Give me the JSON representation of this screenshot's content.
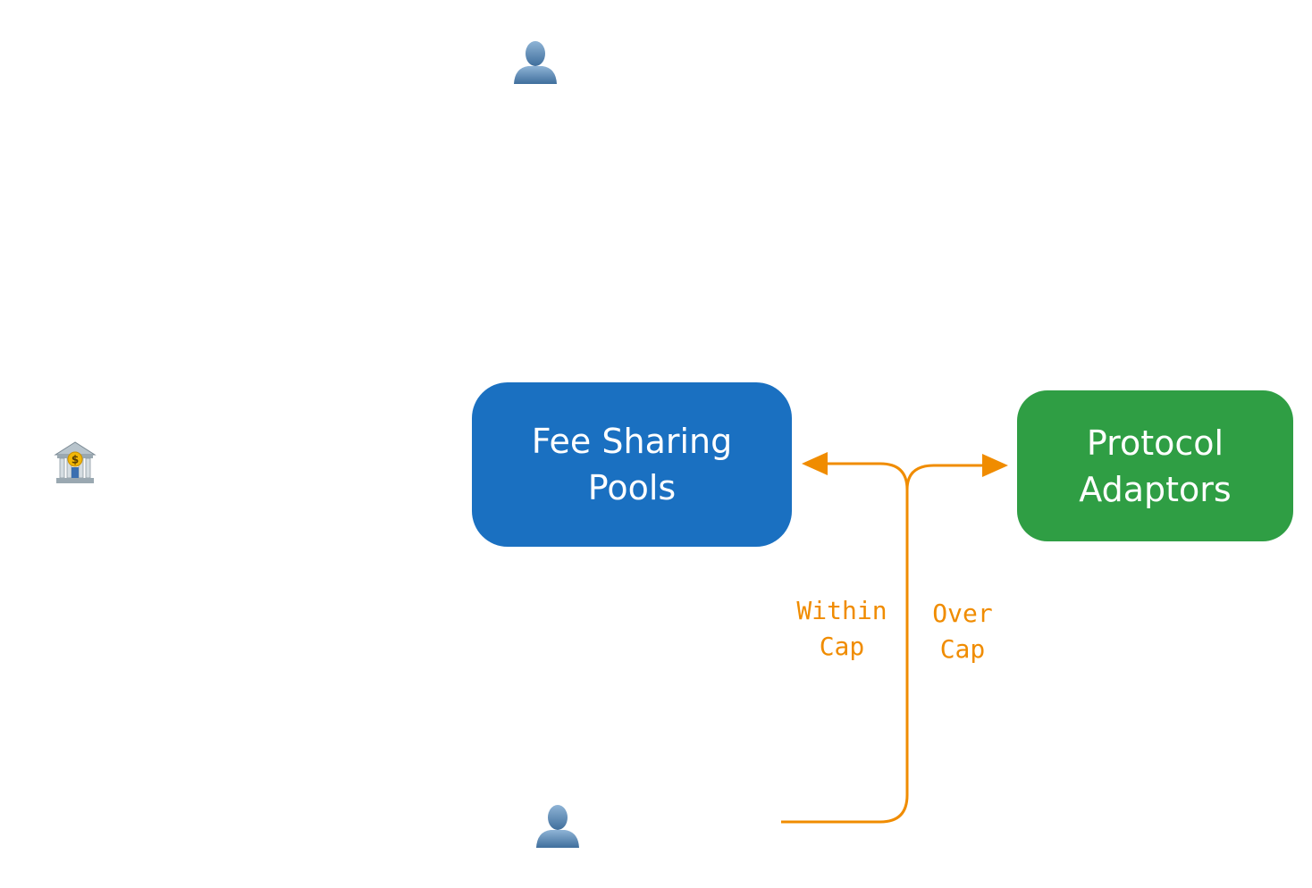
{
  "colors": {
    "fee_pool_fill": "#1a70c1",
    "protocol_fill": "#2f9e44",
    "edge": "#f08c00",
    "node_text": "#ffffff"
  },
  "nodes": {
    "fee_sharing_pools": {
      "label": "Fee Sharing\nPools"
    },
    "protocol_adaptors": {
      "label": "Protocol\nAdaptors"
    }
  },
  "edges": {
    "within_cap": {
      "label": "Within\nCap"
    },
    "over_cap": {
      "label": "Over\nCap"
    }
  },
  "icons": {
    "user_top": "user-icon",
    "user_bottom": "user-icon",
    "bank": "bank-icon"
  }
}
